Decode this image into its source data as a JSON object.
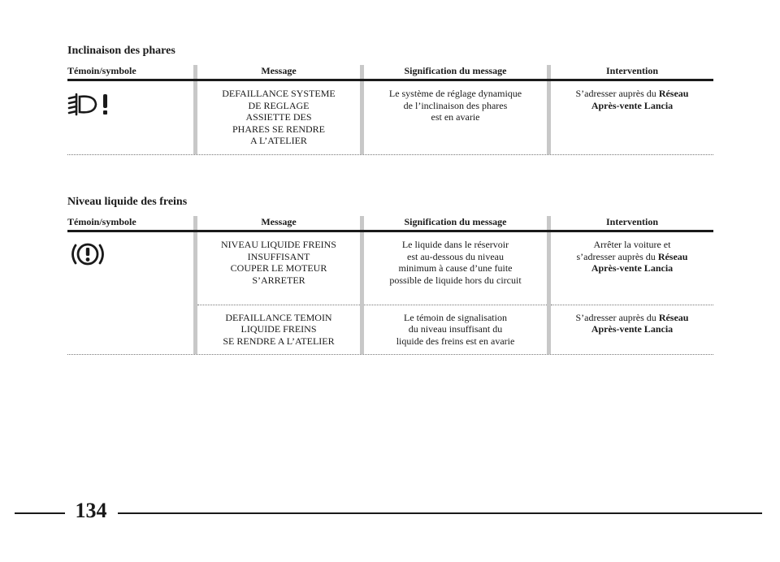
{
  "columns": {
    "symbol": "Témoin/symbole",
    "message": "Message",
    "meaning": "Signification du message",
    "action": "Intervention"
  },
  "sections": [
    {
      "title": "Inclinaison des phares",
      "icon": "headlamp-warning-icon",
      "rows": [
        {
          "message": [
            "DEFAILLANCE SYSTEME",
            "DE REGLAGE",
            "ASSIETTE DES",
            "PHARES SE RENDRE",
            "A L’ATELIER"
          ],
          "meaning": [
            "Le système de réglage dynamique",
            "de l’inclinaison des phares",
            "est en avarie"
          ],
          "action_prefix": "S’adresser auprès du ",
          "action_bold_1": "Réseau",
          "action_bold_2": "Après-vente Lancia"
        }
      ]
    },
    {
      "title": "Niveau liquide des freins",
      "icon": "brake-warning-icon",
      "rows": [
        {
          "message": [
            "NIVEAU LIQUIDE FREINS",
            "INSUFFISANT",
            "COUPER LE MOTEUR",
            "S’ARRETER"
          ],
          "meaning": [
            "Le liquide dans le réservoir",
            "est au-dessous du niveau",
            "minimum à cause d’une fuite",
            "possible de liquide hors du circuit"
          ],
          "action_line1": "Arrêter la voiture et",
          "action_prefix": "s’adresser auprès du ",
          "action_bold_1": "Réseau",
          "action_bold_2": "Après-vente Lancia"
        },
        {
          "message": [
            "DEFAILLANCE TEMOIN",
            "LIQUIDE FREINS",
            "SE RENDRE A L’ATELIER"
          ],
          "meaning": [
            "Le témoin de signalisation",
            "du niveau insuffisant du",
            "liquide des freins est en avarie"
          ],
          "action_prefix": "S’adresser auprès du ",
          "action_bold_1": "Réseau",
          "action_bold_2": "Après-vente Lancia"
        }
      ]
    }
  ],
  "page_number": "134"
}
